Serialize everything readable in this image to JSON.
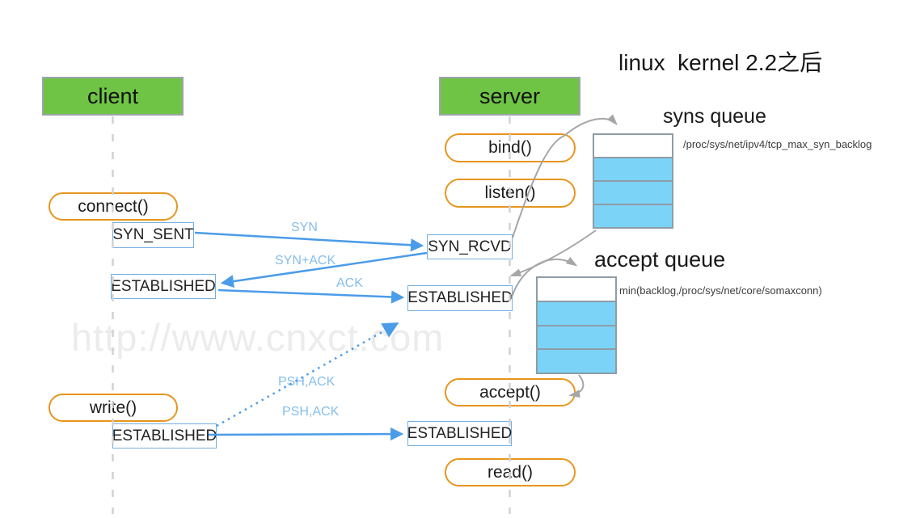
{
  "title": "linux  kernel 2.2之后",
  "watermark": "http://www.cnxct.com",
  "lanes": {
    "client": "client",
    "server": "server"
  },
  "calls": {
    "connect": "connect()",
    "bind": "bind()",
    "listen": "listen()",
    "accept": "accept()",
    "write": "write()",
    "read": "read()"
  },
  "states": {
    "syn_sent": "SYN_SENT",
    "syn_rcvd": "SYN_RCVD",
    "established_client": "ESTABLISHED",
    "established_server": "ESTABLISHED",
    "established_client_data": "ESTABLISHED",
    "established_server_data": "ESTABLISHED"
  },
  "messages": {
    "syn": "SYN",
    "syn_ack": "SYN+ACK",
    "ack": "ACK",
    "psh_ack_dotted": "PSH,ACK",
    "psh_ack_solid": "PSH,ACK"
  },
  "queues": {
    "syns": {
      "label": "syns queue",
      "annotation": "/proc/sys/net/ipv4/tcp_max_syn_backlog",
      "cells": [
        "empty",
        "filled",
        "filled",
        "filled"
      ]
    },
    "accept": {
      "label": "accept queue",
      "annotation": "min(backlog,/proc/sys/net/core/somaxconn)",
      "cells": [
        "empty",
        "filled",
        "filled",
        "filled"
      ]
    }
  },
  "colors": {
    "lane-green": "#6FC345",
    "pill-orange": "#E8951E",
    "state-blue": "#74AEE2",
    "arrow-blue": "#4B9CE8",
    "label-blue": "#85BEEB",
    "queue-fill-blue": "#7BD4F8",
    "queue-border-gray": "#8E9CA6",
    "arrow-gray": "#A6A6A6",
    "lifeline-gray": "#D2D2D2",
    "watermark-gray": "#ECECEC"
  }
}
